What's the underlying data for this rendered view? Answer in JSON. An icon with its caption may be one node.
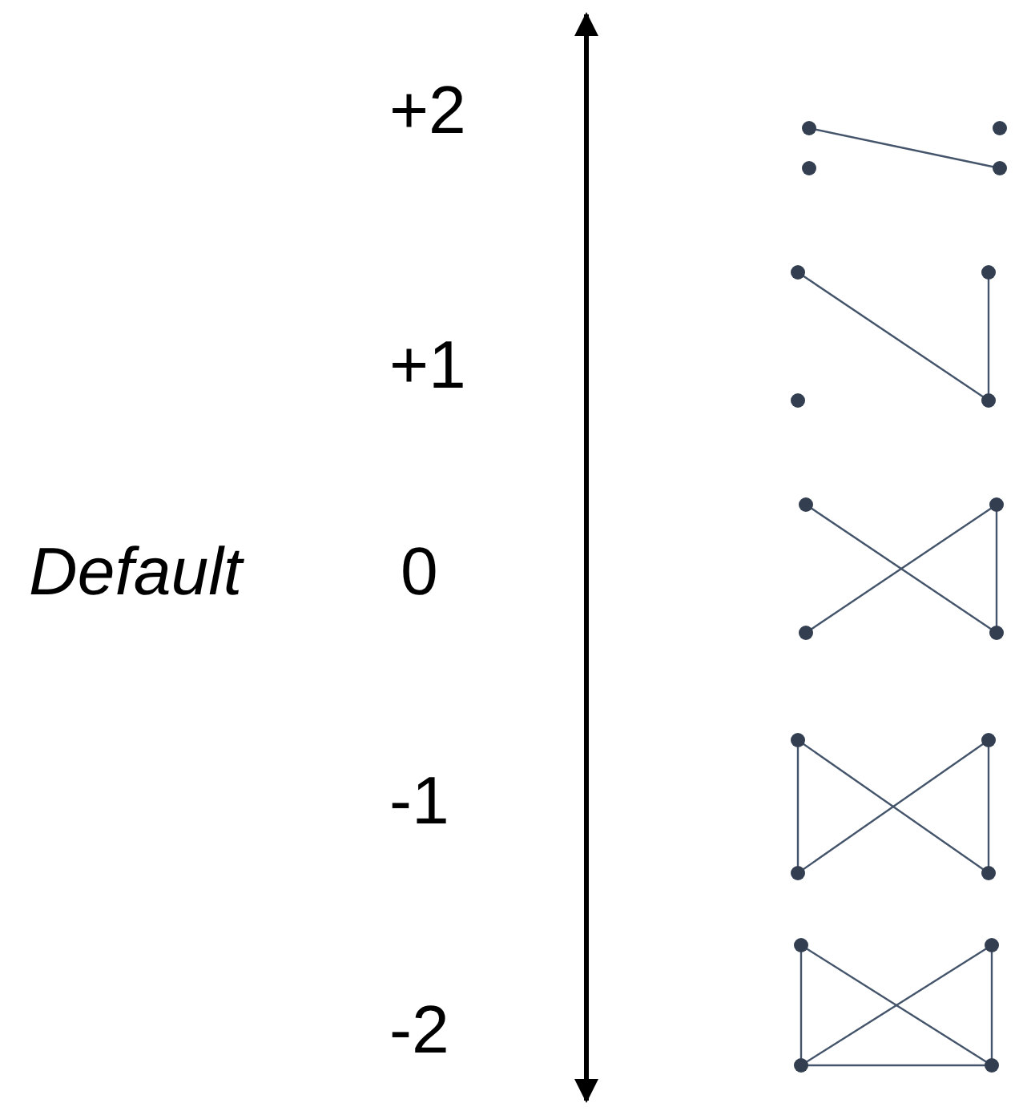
{
  "diagram": {
    "labels": [
      "+2",
      "+1",
      "Default",
      "0",
      "-1",
      "-2"
    ]
  }
}
